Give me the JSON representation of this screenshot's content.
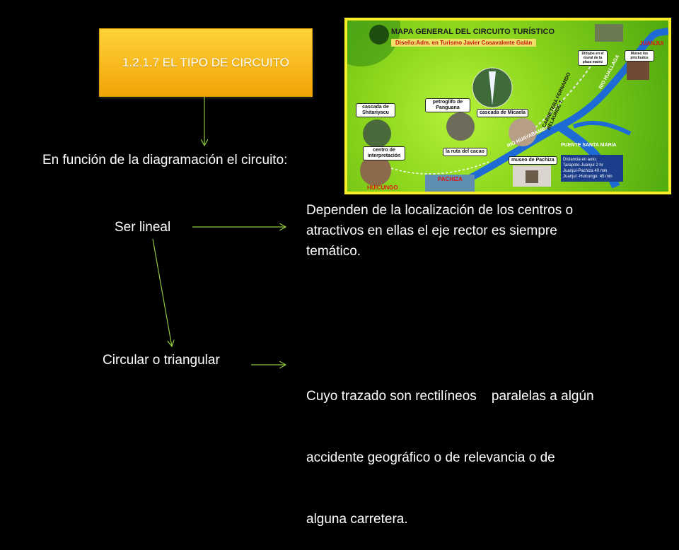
{
  "title": "1.2.1.7 EL TIPO DE CIRCUITO",
  "intro": "En función de la diagramación el circuito:",
  "items": [
    {
      "label": "Ser lineal",
      "desc_lines": [
        "Dependen de la localización de los centros o",
        "atractivos en ellas el eje rector es siempre",
        "temático."
      ]
    },
    {
      "label": "Circular o triangular",
      "desc_lines": [
        "Cuyo trazado son rectilíneos    paralelas a algún",
        "accidente geográfico o de relevancia o de",
        "alguna carretera."
      ]
    }
  ],
  "map": {
    "title": "MAPA GENERAL DEL CIRCUITO TURÍSTICO",
    "subtitle": "Diseño:Adm. en Turismo Javier Cosavalente Galán",
    "places": [
      "cascada de Shitariyacu",
      "petroglifo de Panguana",
      "cascada de Micaela",
      "centro de interpretación",
      "la ruta del cacao",
      "museo de Pachiza",
      "Dibujos en el mural de la plaza matriz",
      "Museo los pinchudos"
    ],
    "towns": [
      "JUANJUI",
      "HUICUNGO",
      "PACHIZA"
    ],
    "roads": [
      "RIO HUALLAGA",
      "RIO HUAYABAMBA",
      "CARRETERA FERNANDO BELAUNDE T.",
      "PUENTE SANTA MARIA"
    ],
    "distances": [
      "Distancia en auto:",
      "Tarapoto-Juanjuí  2 hr",
      "Juanjuí-Pachiza  40 min",
      "Juanjuí -Huicungo:  45 min"
    ],
    "colors": {
      "frame": "#f7ef2a",
      "land": "#86d21a",
      "river": "#1e6bd6"
    }
  },
  "colors": {
    "title_box": "#f2a407",
    "arrow": "#8ec63f",
    "background": "#000000"
  }
}
